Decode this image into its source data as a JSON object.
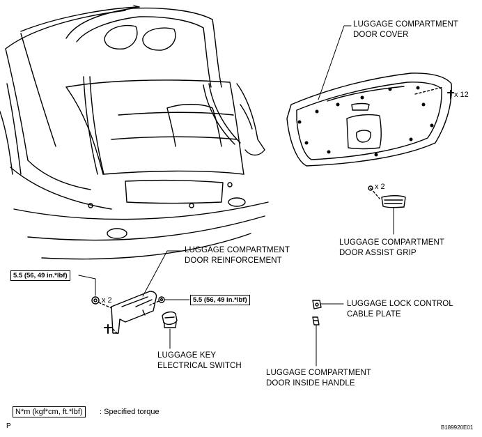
{
  "labels": {
    "door_cover": [
      "LUGGAGE COMPARTMENT",
      "DOOR COVER"
    ],
    "assist_grip": [
      "LUGGAGE COMPARTMENT",
      "DOOR ASSIST GRIP"
    ],
    "reinforcement": [
      "LUGGAGE COMPARTMENT",
      "DOOR REINFORCEMENT"
    ],
    "lock_cable_plate": [
      "LUGGAGE LOCK CONTROL",
      "CABLE PLATE"
    ],
    "key_switch": [
      "LUGGAGE KEY",
      "ELECTRICAL SWITCH"
    ],
    "inside_handle": [
      "LUGGAGE COMPARTMENT",
      "DOOR INSIDE HANDLE"
    ]
  },
  "torque": {
    "left": "5.5 (56, 49 in.*lbf)",
    "right": "5.5 (56, 49 in.*lbf)"
  },
  "quantities": {
    "door_cover_clips": "x 12",
    "assist_grip_screws": "x 2",
    "reinforcement_nuts": "x 2"
  },
  "legend": {
    "unit_box": "N*m (kgf*cm, ft.*lbf)",
    "description": ": Specified torque"
  },
  "corner": {
    "left": "P",
    "right": "B189920E01"
  }
}
